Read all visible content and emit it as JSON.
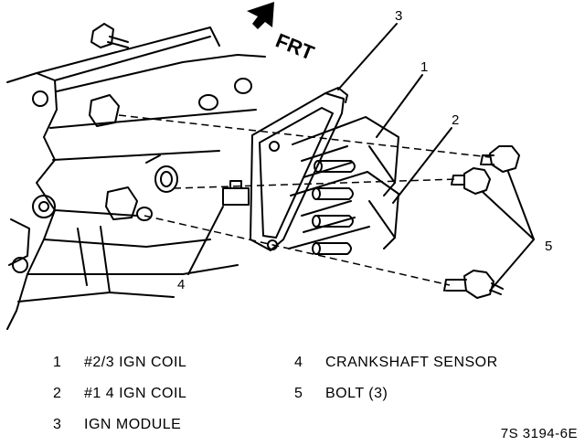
{
  "direction_label": "FRT",
  "callouts": [
    "1",
    "2",
    "3",
    "4",
    "5"
  ],
  "legend": [
    {
      "num": "1",
      "text": "#2/3 IGN COIL"
    },
    {
      "num": "2",
      "text": "#1 4 IGN COIL"
    },
    {
      "num": "3",
      "text": "IGN MODULE"
    },
    {
      "num": "4",
      "text": "CRANKSHAFT SENSOR"
    },
    {
      "num": "5",
      "text": "BOLT (3)"
    }
  ],
  "figure_id": "7S 3194-6E"
}
